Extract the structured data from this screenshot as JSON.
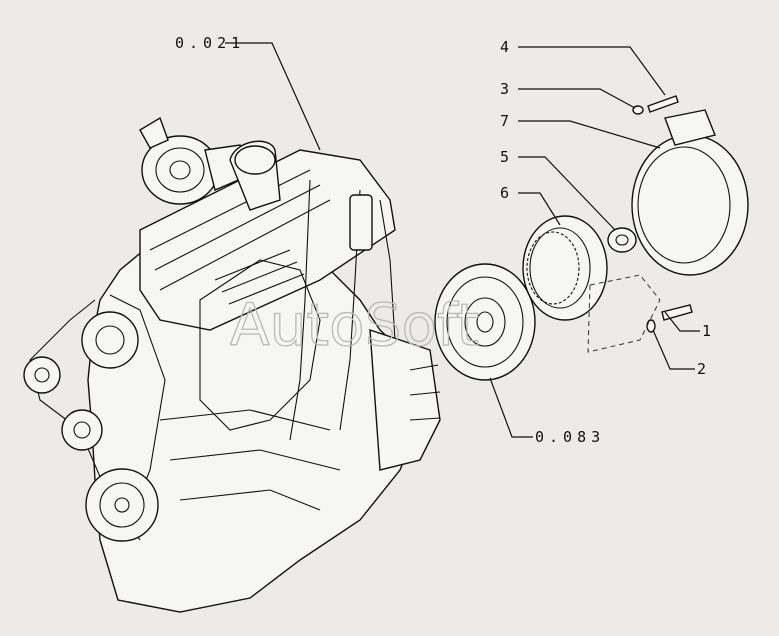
{
  "diagram": {
    "reference_labels": {
      "engine_ref": "0.021",
      "damper_ref": "0.083"
    },
    "callouts": [
      "1",
      "2",
      "3",
      "4",
      "5",
      "6",
      "7"
    ],
    "watermark": "AutoSoft",
    "colors": {
      "background": "#ecebea",
      "line": "#111111",
      "watermark": "#b9b9b9"
    }
  }
}
